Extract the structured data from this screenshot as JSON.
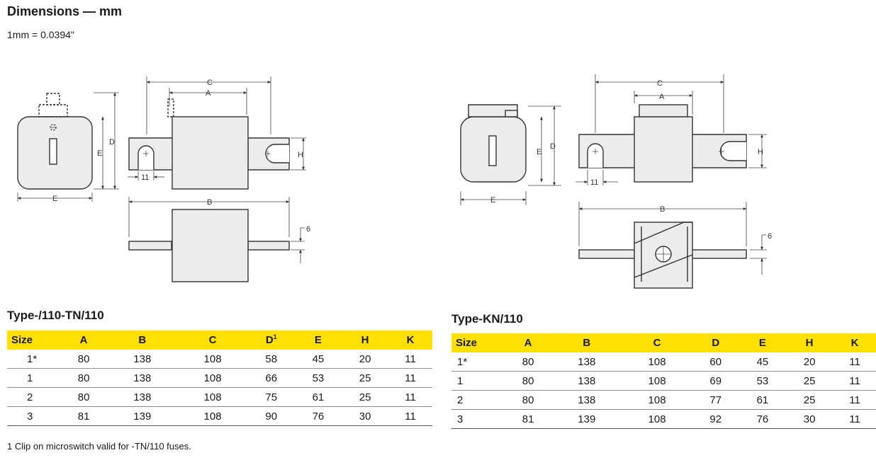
{
  "header": {
    "title": "Dimensions — mm",
    "subtitle": "1mm = 0.0394\""
  },
  "diagram_left": {
    "label_C": "C",
    "label_A": "A",
    "label_D": "D",
    "label_E_side": "E",
    "label_E_bottom": "E",
    "label_H": "H",
    "label_11": "11",
    "label_B": "B",
    "label_6": "6"
  },
  "diagram_right": {
    "label_C": "C",
    "label_A": "A",
    "label_D": "D",
    "label_E_side": "E",
    "label_E_bottom": "E",
    "label_H": "H",
    "label_11": "11",
    "label_B": "B",
    "label_6": "6"
  },
  "table_left": {
    "title": "Type-/110-TN/110",
    "headers": [
      "Size",
      "A",
      "B",
      "C",
      "D",
      "E",
      "H",
      "K"
    ],
    "d_superscript": "1",
    "rows": [
      [
        "1*",
        "80",
        "138",
        "108",
        "58",
        "45",
        "20",
        "11"
      ],
      [
        "1",
        "80",
        "138",
        "108",
        "66",
        "53",
        "25",
        "11"
      ],
      [
        "2",
        "80",
        "138",
        "108",
        "75",
        "61",
        "25",
        "11"
      ],
      [
        "3",
        "81",
        "139",
        "108",
        "90",
        "76",
        "30",
        "11"
      ]
    ]
  },
  "table_right": {
    "title": "Type-KN/110",
    "headers": [
      "Size",
      "A",
      "B",
      "C",
      "D",
      "E",
      "H",
      "K"
    ],
    "rows": [
      [
        "1*",
        "80",
        "138",
        "108",
        "60",
        "45",
        "20",
        "11"
      ],
      [
        "1",
        "80",
        "138",
        "108",
        "69",
        "53",
        "25",
        "11"
      ],
      [
        "2",
        "80",
        "138",
        "108",
        "77",
        "61",
        "25",
        "11"
      ],
      [
        "3",
        "81",
        "139",
        "108",
        "92",
        "76",
        "30",
        "11"
      ]
    ]
  },
  "footnote": "1  Clip on microswitch valid for -TN/110 fuses.",
  "colors": {
    "header_fill": "#ffe000",
    "body_fill": "#ececec",
    "line": "#333333"
  }
}
